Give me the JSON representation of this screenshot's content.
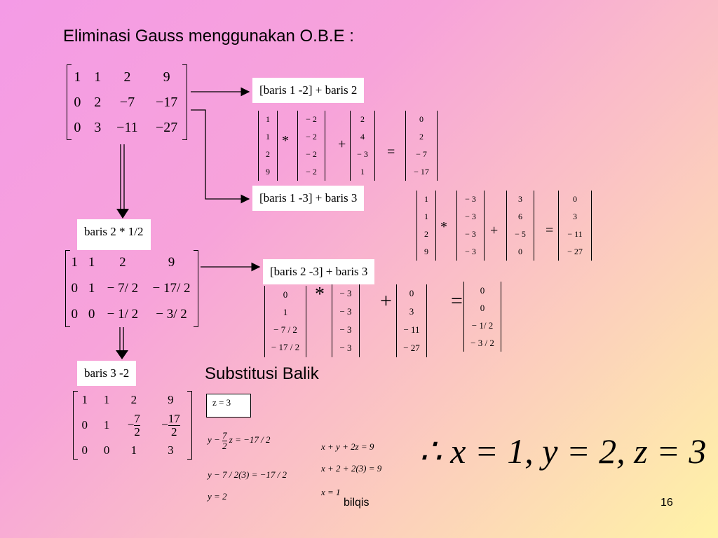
{
  "title": "Eliminasi Gauss menggunakan  O.B.E :",
  "matrix1": [
    [
      "1",
      "1",
      "2",
      "9"
    ],
    [
      "0",
      "2",
      "−7",
      "−17"
    ],
    [
      "0",
      "3",
      "−11",
      "−27"
    ]
  ],
  "op1": {
    "label": "[baris 1  -2] + baris 2",
    "v1": [
      "1",
      "1",
      "2",
      "9"
    ],
    "times": "*",
    "v2": [
      "− 2",
      "− 2",
      "− 2",
      "− 2"
    ],
    "plus": "+",
    "v3": [
      "2",
      "4",
      "− 3",
      "1"
    ],
    "equals": "=",
    "v4": [
      "0",
      "2",
      "− 7",
      "− 17"
    ]
  },
  "op2": {
    "label": "[baris 1  -3] + baris 3",
    "v1": [
      "1",
      "1",
      "2",
      "9"
    ],
    "times": "*",
    "v2": [
      "− 3",
      "− 3",
      "− 3",
      "− 3"
    ],
    "plus": "+",
    "v3": [
      "3",
      "6",
      "− 5",
      "0"
    ],
    "equals": "=",
    "v4": [
      "0",
      "3",
      "− 11",
      "− 27"
    ]
  },
  "step2_label": "baris 2 * 1/2",
  "matrix2": [
    [
      "1",
      "1",
      "2",
      "9"
    ],
    [
      "0",
      "1",
      "− 7/ 2",
      "− 17/ 2"
    ],
    [
      "0",
      "0",
      "− 1/ 2",
      "− 3/ 2"
    ]
  ],
  "op3": {
    "label": "[baris 2  -3] + baris 3",
    "v1": [
      "0",
      "1",
      "− 7 / 2",
      "− 17 / 2"
    ],
    "times": "*",
    "v2": [
      "− 3",
      "− 3",
      "− 3",
      "− 3"
    ],
    "plus": "+",
    "v3": [
      "0",
      "3",
      "− 11",
      "− 27"
    ],
    "equals": "=",
    "v4": [
      "0",
      "0",
      "− 1/ 2",
      "− 3 / 2"
    ]
  },
  "step3_label": "baris 3  -2",
  "matrix3": {
    "row1": [
      "1",
      "1",
      "2",
      "9"
    ],
    "row2": [
      "0",
      "1"
    ],
    "row2_fracs": [
      {
        "sign": "−",
        "num": "7",
        "den": "2"
      },
      {
        "sign": "−",
        "num": "17",
        "den": "2"
      }
    ],
    "row3": [
      "0",
      "0",
      "1",
      "3"
    ]
  },
  "substitution_title": "Substitusi Balik",
  "z_value": "z = 3",
  "eqs_left": {
    "line1_a": "y −",
    "line1_num": "7",
    "line1_den": "2",
    "line1_b": "z = −17 / 2",
    "line2": "y − 7 / 2(3) = −17 / 2",
    "line3": "y = 2"
  },
  "eqs_right": [
    "x + y + 2z = 9",
    "x + 2 + 2(3) = 9",
    "x = 1"
  ],
  "conclusion": "∴ x = 1, y = 2, z = 3",
  "footer": {
    "author": "bilqis",
    "page": "16"
  }
}
